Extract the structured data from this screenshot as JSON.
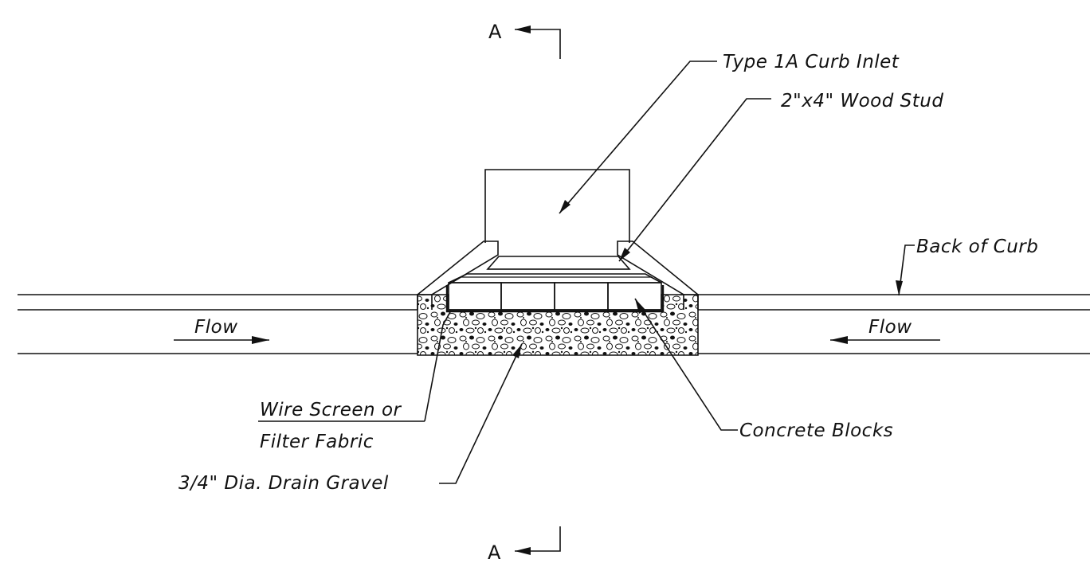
{
  "section_markers": {
    "top": "A",
    "bottom": "A"
  },
  "labels": {
    "curb_inlet": "Type 1A Curb Inlet",
    "wood_stud": "2\"x4\" Wood Stud",
    "back_of_curb": "Back of Curb",
    "flow_left": "Flow",
    "flow_right": "Flow",
    "wire_screen_line1": "Wire Screen or",
    "wire_screen_line2": "Filter Fabric",
    "concrete_blocks": "Concrete Blocks",
    "drain_gravel": "3/4\" Dia. Drain Gravel"
  }
}
